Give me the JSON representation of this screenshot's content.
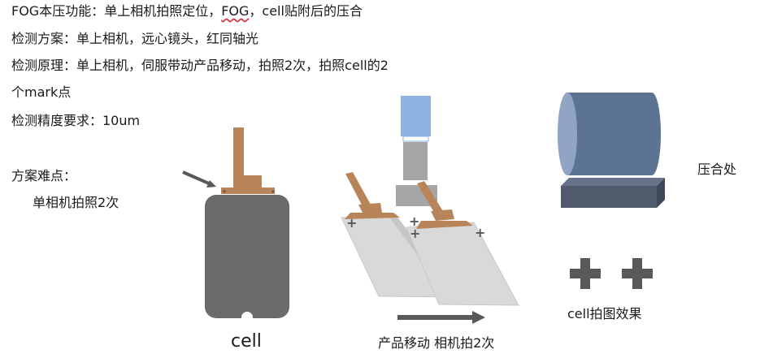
{
  "text": {
    "line1_a": "FOG本压功能：单上相机拍照定位，",
    "line1_b": "FOG",
    "line1_c": "，cell贴附后的压合",
    "line2": "检测方案：单上相机，远心镜头，红同轴光",
    "line3": "检测原理：单上相机，伺服带动产品移动，拍照2次，拍照cell的2",
    "line4": "个mark点",
    "line5": "检测精度要求：10um",
    "difficulty_title": "方案难点：",
    "difficulty_item": "单相机拍照2次",
    "cell_label": "cell",
    "move_label": "产品移动 相机拍2次",
    "press_label": "压合处",
    "effect_label": "cell拍图效果"
  },
  "colors": {
    "phone_body": "#6b6b6b",
    "fpc": "#b8855a",
    "panel": "#d9d9d9",
    "camera_blue": "#8fb3e0",
    "lens_gray": "#a6a6a6",
    "roller": "#5d7393",
    "platform": "#4f5a6c",
    "mark": "#595959"
  }
}
